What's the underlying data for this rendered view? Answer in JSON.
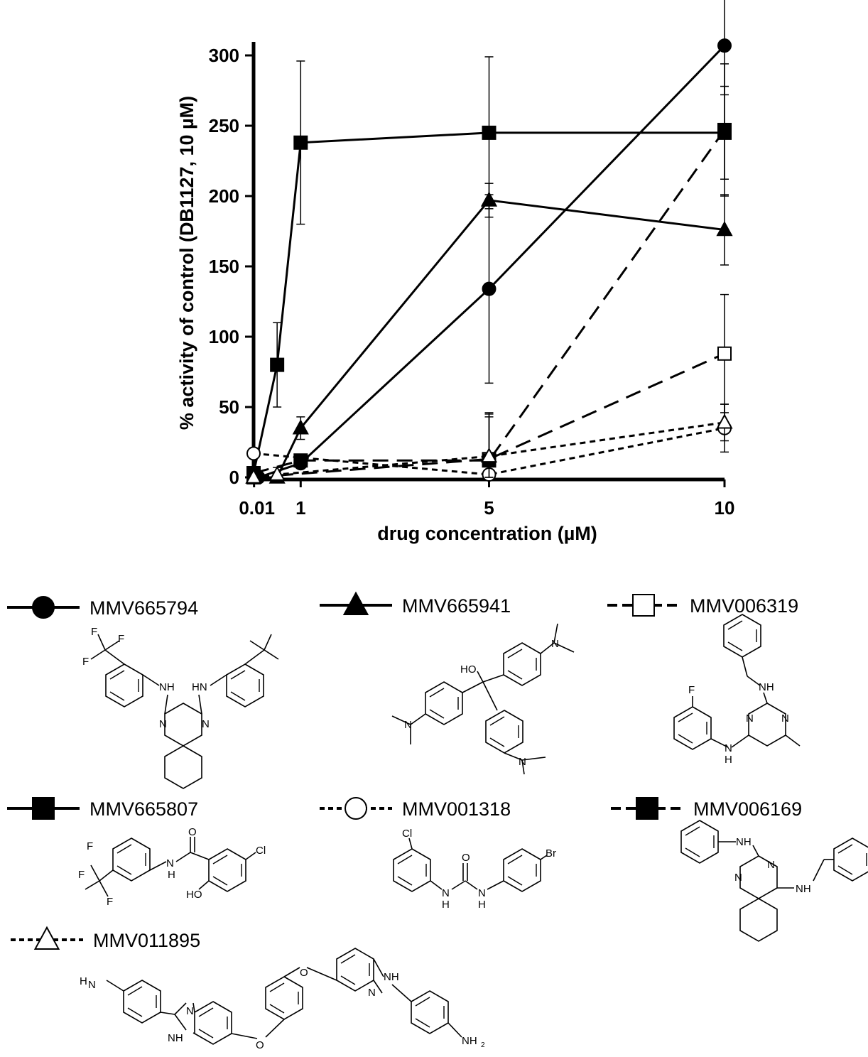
{
  "chart_data": {
    "type": "line",
    "xlabel": "drug concentration (µM)",
    "ylabel": "% activity of control (DB1127, 10 µM)",
    "xlim": [
      0,
      10
    ],
    "ylim": [
      0,
      300
    ],
    "x_ticks": [
      {
        "value": 0.01,
        "label": "0.01"
      },
      {
        "value": 1,
        "label": "1"
      },
      {
        "value": 5,
        "label": "5"
      },
      {
        "value": 10,
        "label": "10"
      }
    ],
    "y_ticks": [
      {
        "value": 0,
        "label": "0"
      },
      {
        "value": 50,
        "label": "50"
      },
      {
        "value": 100,
        "label": "100"
      },
      {
        "value": 150,
        "label": "150"
      },
      {
        "value": 200,
        "label": "200"
      },
      {
        "value": 250,
        "label": "250"
      },
      {
        "value": 300,
        "label": "300"
      }
    ],
    "series": [
      {
        "name": "MMV665794",
        "marker": "circle",
        "filled": true,
        "line": "solid",
        "x": [
          0,
          0.1,
          1,
          5,
          10
        ],
        "y": [
          0,
          0,
          10,
          134,
          307
        ],
        "err": [
          0,
          0,
          2,
          67,
          35
        ]
      },
      {
        "name": "MMV665941",
        "marker": "triangle",
        "filled": true,
        "line": "solid",
        "x": [
          0,
          0.5,
          1,
          5,
          10
        ],
        "y": [
          0,
          0,
          35,
          197,
          176
        ],
        "err": [
          0,
          0,
          8,
          12,
          25
        ]
      },
      {
        "name": "MMV006319",
        "marker": "square",
        "filled": false,
        "line": "dashed",
        "x": [
          0,
          5,
          10
        ],
        "y": [
          0,
          13,
          88
        ],
        "err": [
          0,
          33,
          42
        ]
      },
      {
        "name": "MMV665807",
        "marker": "square",
        "filled": true,
        "line": "solid",
        "x": [
          0,
          0.5,
          1,
          5,
          10
        ],
        "y": [
          3,
          80,
          238,
          245,
          245
        ],
        "err": [
          0,
          30,
          58,
          54,
          33
        ]
      },
      {
        "name": "MMV001318",
        "marker": "circle",
        "filled": false,
        "line": "dotted",
        "x": [
          0,
          5,
          10
        ],
        "y": [
          17,
          2,
          35
        ],
        "err": [
          0,
          0,
          17
        ]
      },
      {
        "name": "MMV006169",
        "marker": "square",
        "filled": true,
        "line": "dashed",
        "x": [
          0,
          1,
          5,
          10
        ],
        "y": [
          3,
          12,
          12,
          247
        ],
        "err": [
          0,
          2,
          33,
          47
        ]
      },
      {
        "name": "MMV011895",
        "marker": "triangle",
        "filled": false,
        "line": "dotted",
        "x": [
          0,
          0.5,
          5,
          10
        ],
        "y": [
          0,
          2,
          15,
          39
        ],
        "err": [
          0,
          5,
          28,
          13
        ]
      }
    ]
  },
  "structures": {
    "s1": {
      "a": "F",
      "b": "F",
      "c": "F",
      "d": "NH",
      "e": "HN",
      "f": "N",
      "g": "N"
    },
    "s2": {
      "a": "HO",
      "b": "N",
      "c": "N",
      "d": "N"
    },
    "s3": {
      "a": "F",
      "b": "NH",
      "c": "N",
      "d": "N",
      "e": "N",
      "f": "H"
    },
    "s4": {
      "a": "F",
      "b": "F",
      "c": "F",
      "d": "O",
      "e": "N",
      "f": "H",
      "g": "HO",
      "h": "Cl"
    },
    "s5": {
      "a": "Cl",
      "b": "O",
      "c": "N",
      "d": "H",
      "e": "N",
      "f": "H",
      "g": "Br"
    },
    "s6": {
      "a": "NH",
      "b": "N",
      "c": "N",
      "d": "NH"
    },
    "s7": {
      "a": "H",
      "b": "N",
      "c": "N",
      "d": "NH",
      "e": "O",
      "f": "O",
      "g": "NH",
      "h": "N",
      "i": "NH",
      "j": "2"
    }
  }
}
